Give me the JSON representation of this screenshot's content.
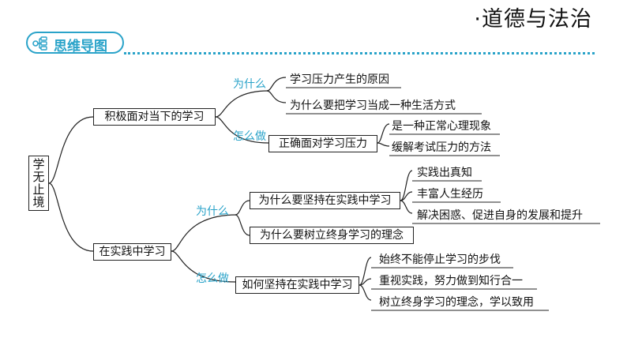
{
  "header": {
    "subject": "·道德与法治",
    "section_title": "思维导图",
    "icon": "mindmap-icon"
  },
  "colors": {
    "accent": "#2aa3c9",
    "line": "#222222",
    "text": "#111111"
  },
  "mindmap": {
    "root": "学无止境",
    "branch1": {
      "label": "积极面对当下的学习",
      "why_tag": "为什么",
      "how_tag": "怎么做",
      "why_items": [
        "学习压力产生的原因",
        "为什么要把学习当成一种生活方式"
      ],
      "how_node": "正确面对学习压力",
      "how_leaves": [
        "是一种正常心理现象",
        "缓解考试压力的方法"
      ]
    },
    "branch2": {
      "label": "在实践中学习",
      "why_tag": "为什么",
      "how_tag": "怎么做",
      "why_node1": "为什么要坚持在实践中学习",
      "why_node1_leaves": [
        "实践出真知",
        "丰富人生经历",
        "解决困惑、促进自身的发展和提升"
      ],
      "why_node2": "为什么要树立终身学习的理念",
      "how_node": "如何坚持在实践中学习",
      "how_leaves": [
        "始终不能停止学习的步伐",
        "重视实践，努力做到知行合一",
        "树立终身学习的理念，学以致用"
      ]
    }
  }
}
